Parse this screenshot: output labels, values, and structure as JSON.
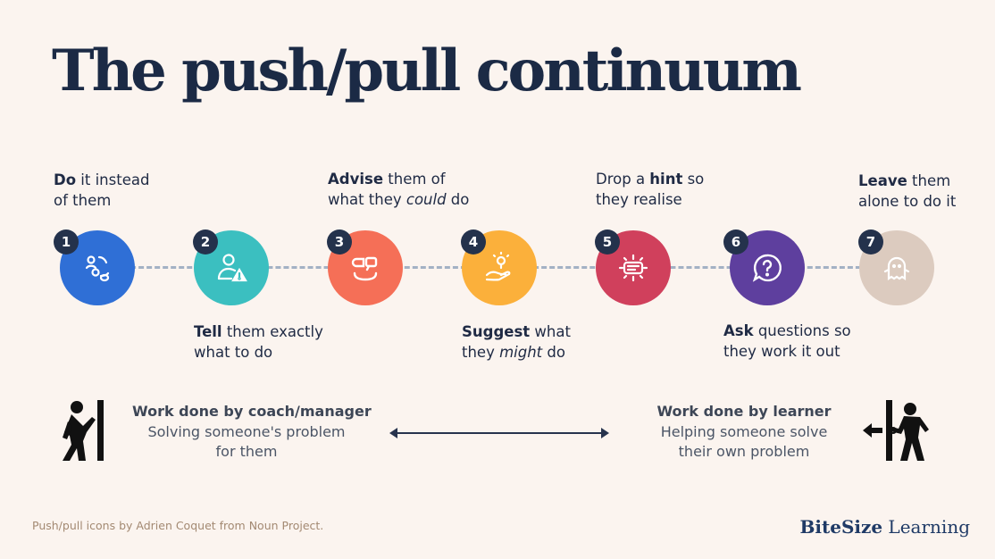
{
  "title": "The push/pull continuum",
  "steps": [
    {
      "number": "1",
      "color": "#2f6fd6",
      "label_pre": "",
      "label_bold": "Do",
      "label_mid": " it instead",
      "line2": "of them",
      "icon": "hands-icon"
    },
    {
      "number": "2",
      "color": "#3bbfc0",
      "label_bold": "Tell",
      "label_mid": " them exactly",
      "line2": "what to do",
      "icon": "person-warning-icon"
    },
    {
      "number": "3",
      "color": "#f56f57",
      "label_bold": "Advise",
      "label_mid": " them of",
      "line2_pre": "what they ",
      "line2_em": "could",
      "line2_post": " do",
      "icon": "speech-bubbles-icon"
    },
    {
      "number": "4",
      "color": "#fbb03b",
      "label_bold": "Suggest",
      "label_mid": " what",
      "line2_pre": "they ",
      "line2_em": "might",
      "line2_post": " do",
      "icon": "hand-lightbulb-icon"
    },
    {
      "number": "5",
      "color": "#d0405c",
      "label_pre": "Drop a ",
      "label_bold": "hint",
      "label_mid": " so",
      "line2": "they realise",
      "icon": "message-sparkle-icon"
    },
    {
      "number": "6",
      "color": "#5e3f9e",
      "label_bold": "Ask",
      "label_mid": " questions so",
      "line2": "they work it out",
      "icon": "question-bubble-icon"
    },
    {
      "number": "7",
      "color": "#dccbbf",
      "label_bold": "Leave",
      "label_mid": " them",
      "line2": "alone to do it",
      "icon": "ghost-icon"
    }
  ],
  "work_left": {
    "heading": "Work done by coach/manager",
    "line1": "Solving someone's problem",
    "line2": "for them"
  },
  "work_right": {
    "heading": "Work done by learner",
    "line1": "Helping someone solve",
    "line2": "their own problem"
  },
  "credit": "Push/pull icons by Adrien Coquet from Noun Project.",
  "brand": {
    "part1": "BiteSize",
    "part2": " Learning"
  }
}
